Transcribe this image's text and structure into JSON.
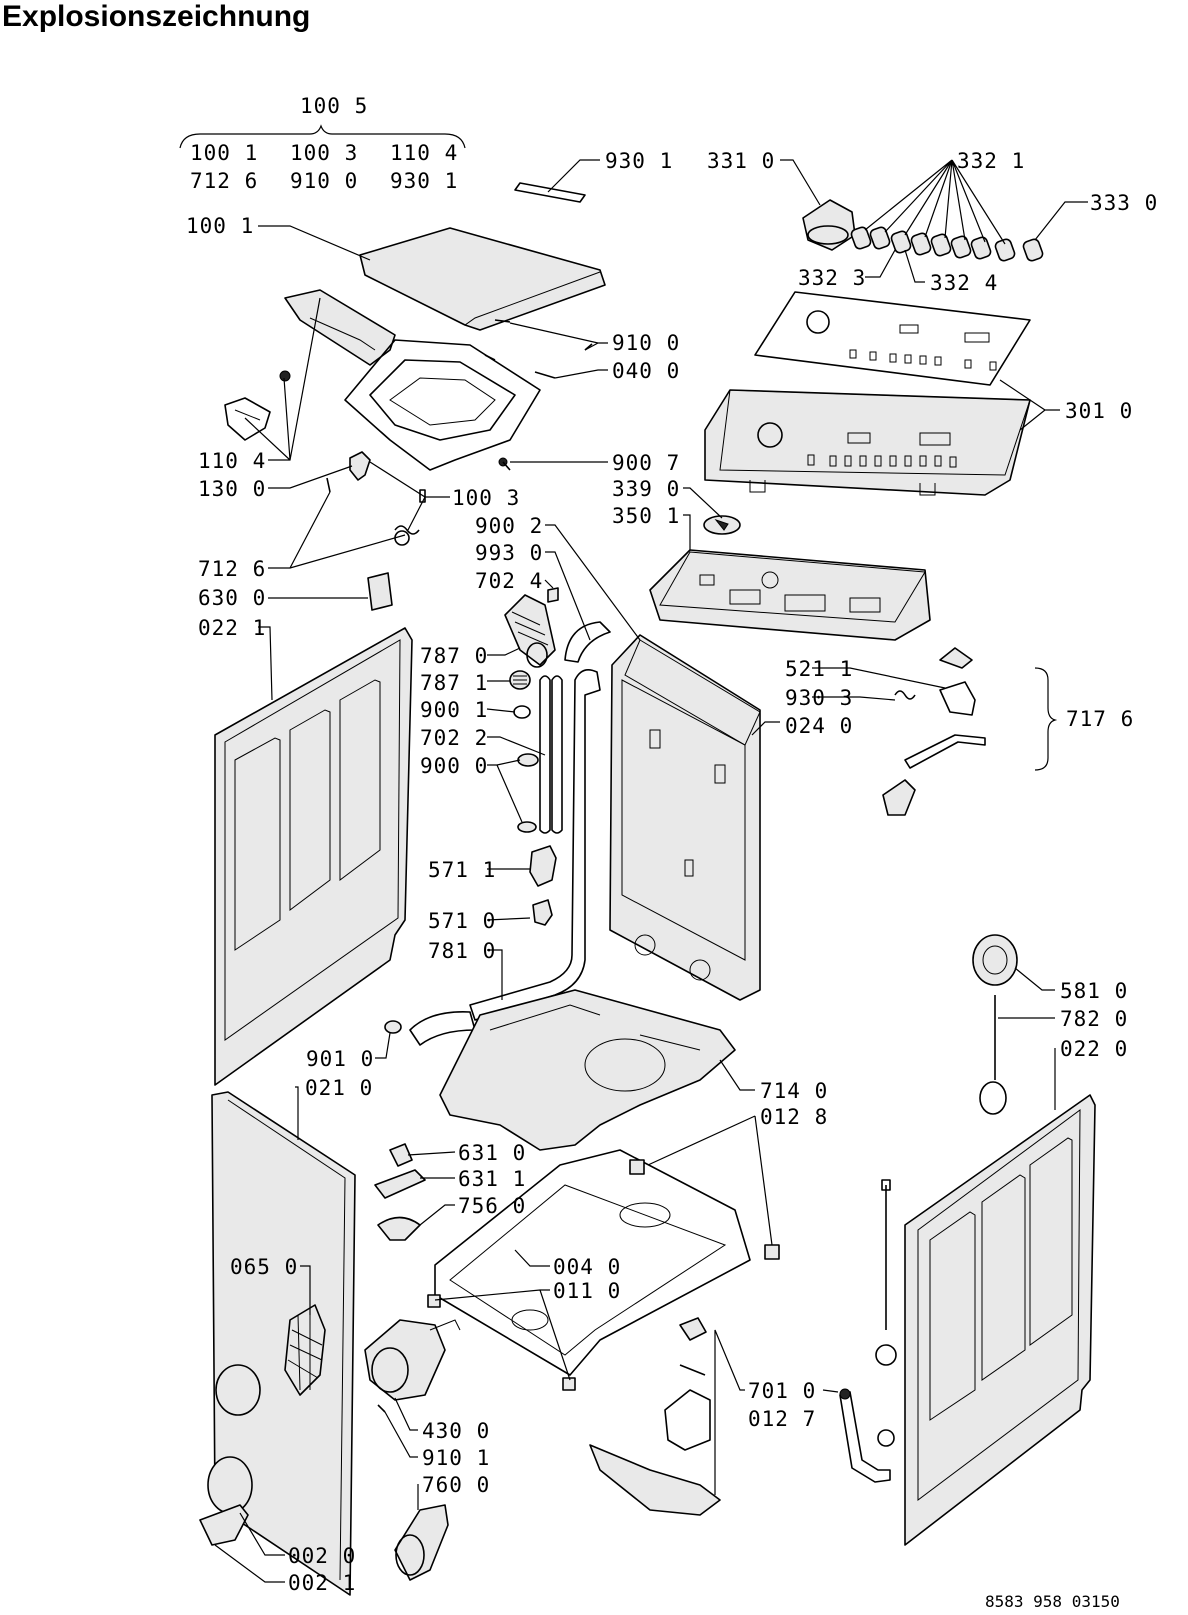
{
  "title": "Explosionszeichnung",
  "doc_number": "8583 958 03150",
  "colors": {
    "ink": "#000000",
    "background": "#ffffff"
  },
  "group": {
    "header": "100 5",
    "row1": [
      "100 1",
      "100 3",
      "110 4"
    ],
    "row2": [
      "712 6",
      "910 0",
      "930 1"
    ]
  },
  "labels": {
    "p9301_top": "930 1",
    "p3310": "331 0",
    "p3321": "332 1",
    "p3330": "333 0",
    "p1001": "100 1",
    "p3323": "332 3",
    "p3324": "332 4",
    "p9100": "910 0",
    "p0400": "040 0",
    "p3010": "301 0",
    "p1104": "110 4",
    "p1300": "130 0",
    "p9007": "900 7",
    "p3390": "339 0",
    "p1003": "100 3",
    "p3501": "350 1",
    "p9002": "900 2",
    "p9930": "993 0",
    "p7126": "712 6",
    "p7024": "702 4",
    "p6300": "630 0",
    "p0221": "022 1",
    "p7870": "787 0",
    "p7871": "787 1",
    "p5211": "521 1",
    "p9001": "900 1",
    "p9303": "930 3",
    "p7176": "717 6",
    "p7022": "702 2",
    "p0240": "024 0",
    "p9000": "900 0",
    "p5711": "571 1",
    "p5710": "571 0",
    "p7810": "781 0",
    "p5810": "581 0",
    "p7820": "782 0",
    "p0220": "022 0",
    "p9010": "901 0",
    "p0210": "021 0",
    "p7140": "714 0",
    "p0128": "012 8",
    "p6310": "631 0",
    "p6311": "631 1",
    "p7560": "756 0",
    "p0650": "065 0",
    "p0040": "004 0",
    "p0110": "011 0",
    "p7010": "701 0",
    "p0127": "012 7",
    "p4300": "430 0",
    "p9101": "910 1",
    "p7600": "760 0",
    "p0020": "002 0",
    "p0021": "002 1"
  }
}
